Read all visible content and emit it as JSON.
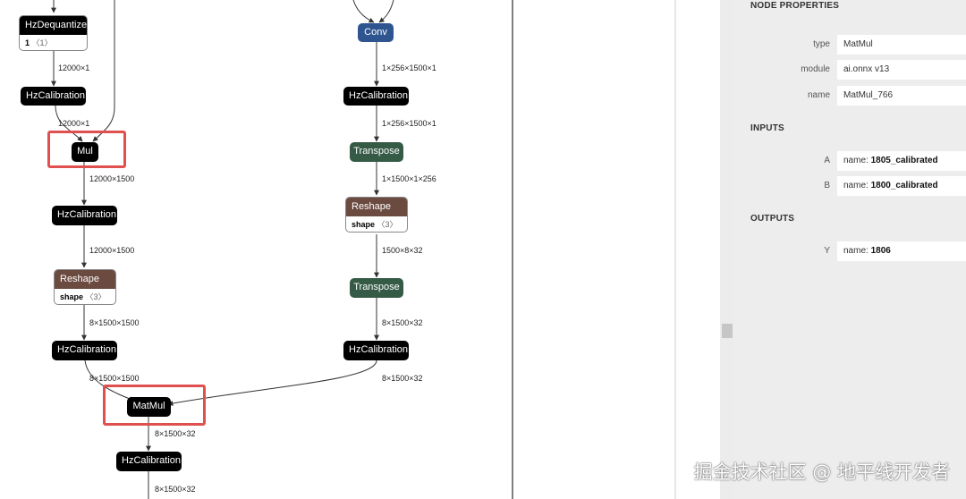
{
  "graph": {
    "nodes": {
      "hzdequantize": {
        "title": "HzDequantize",
        "attr_name": "1",
        "attr_value": "〈1〉"
      },
      "hzcal_1": {
        "title": "HzCalibration"
      },
      "mul": {
        "title": "Mul"
      },
      "hzcal_2": {
        "title": "HzCalibration"
      },
      "reshape_left": {
        "title": "Reshape",
        "attr_name": "shape",
        "attr_value": "〈3〉"
      },
      "hzcal_3": {
        "title": "HzCalibration"
      },
      "matmul": {
        "title": "MatMul"
      },
      "hzcal_4": {
        "title": "HzCalibration"
      },
      "conv": {
        "title": "Conv"
      },
      "hzcal_r1": {
        "title": "HzCalibration"
      },
      "transpose_1": {
        "title": "Transpose"
      },
      "reshape_right": {
        "title": "Reshape",
        "attr_name": "shape",
        "attr_value": "〈3〉"
      },
      "transpose_2": {
        "title": "Transpose"
      },
      "hzcal_r2": {
        "title": "HzCalibration"
      }
    },
    "edge_labels": {
      "e1": "12000×1",
      "e2": "12000×1",
      "e3": "12000×1500",
      "e4": "12000×1500",
      "e5": "8×1500×1500",
      "e6": "8×1500×1500",
      "e7": "8×1500×32",
      "e8": "8×1500×32",
      "r1": "1×256×1500×1",
      "r2": "1×256×1500×1",
      "r3": "1×1500×1×256",
      "r4": "1500×8×32",
      "r5": "8×1500×32",
      "r6": "8×1500×32"
    }
  },
  "properties": {
    "node_header": "NODE PROPERTIES",
    "type_label": "type",
    "type_value": "MatMul",
    "module_label": "module",
    "module_value": "ai.onnx v13",
    "name_label": "name",
    "name_value": "MatMul_766",
    "inputs_header": "INPUTS",
    "input_a_label": "A",
    "input_a_prefix": "name: ",
    "input_a_value": "1805_calibrated",
    "input_b_label": "B",
    "input_b_prefix": "name: ",
    "input_b_value": "1800_calibrated",
    "outputs_header": "OUTPUTS",
    "output_y_label": "Y",
    "output_y_prefix": "name: ",
    "output_y_value": "1806"
  },
  "watermark": "掘金技术社区 @ 地平线开发者",
  "colors": {
    "highlight": "#e0504f",
    "conv": "#2e5590",
    "transpose": "#355a46",
    "reshape": "#6b4a40",
    "default_node": "#000000"
  }
}
